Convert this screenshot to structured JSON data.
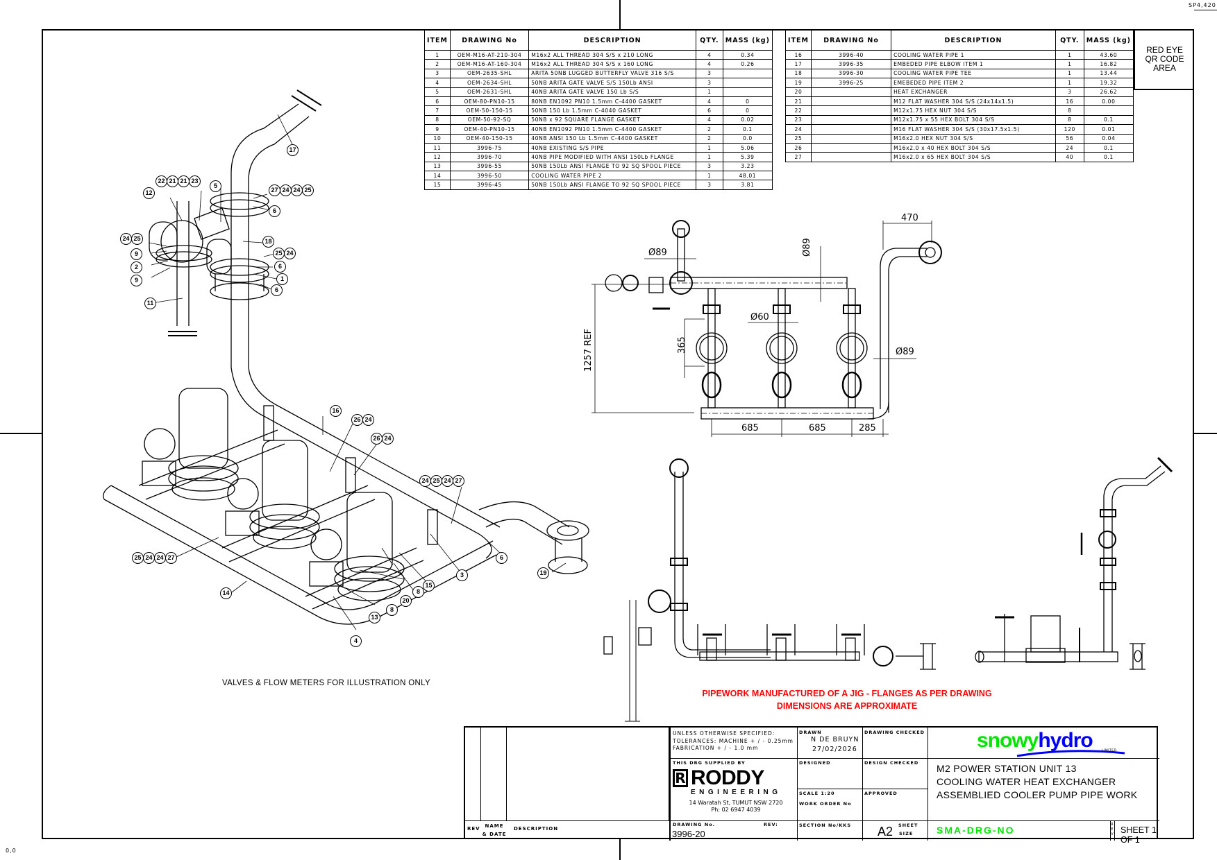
{
  "sheet": {
    "corner_top_right": "SP4,420",
    "corner_bottom_left": "0,0"
  },
  "bom_headers": {
    "item": "ITEM",
    "drawing_no": "DRAWING No",
    "description": "DESCRIPTION",
    "qty": "QTY.",
    "mass": "MASS (kg)"
  },
  "bom_left": [
    {
      "item": "1",
      "drawing_no": "OEM-M16-AT-210-304",
      "description": "M16x2 ALL THREAD 304 S/S x 210 LONG",
      "qty": "4",
      "mass": "0.34"
    },
    {
      "item": "2",
      "drawing_no": "OEM-M16-AT-160-304",
      "description": "M16x2 ALL THREAD 304 S/S x 160 LONG",
      "qty": "4",
      "mass": "0.26"
    },
    {
      "item": "3",
      "drawing_no": "OEM-2635-SHL",
      "description": "ARITA 50NB LUGGED BUTTERFLY VALVE 316 S/S",
      "qty": "3",
      "mass": ""
    },
    {
      "item": "4",
      "drawing_no": "OEM-2634-SHL",
      "description": "50NB ARITA GATE VALVE S/S 150Lb ANSI",
      "qty": "3",
      "mass": ""
    },
    {
      "item": "5",
      "drawing_no": "OEM-2631-SHL",
      "description": "40NB ARITA GATE VALVE 150 Lb S/S",
      "qty": "1",
      "mass": ""
    },
    {
      "item": "6",
      "drawing_no": "OEM-80-PN10-15",
      "description": "80NB EN1092 PN10 1.5mm C-4400 GASKET",
      "qty": "4",
      "mass": "0"
    },
    {
      "item": "7",
      "drawing_no": "OEM-50-150-15",
      "description": "50NB 150 Lb 1.5mm C-4040 GASKET",
      "qty": "6",
      "mass": "0"
    },
    {
      "item": "8",
      "drawing_no": "OEM-50-92-SQ",
      "description": "50NB x 92 SQUARE FLANGE GASKET",
      "qty": "4",
      "mass": "0.02"
    },
    {
      "item": "9",
      "drawing_no": "OEM-40-PN10-15",
      "description": "40NB EN1092 PN10 1.5mm C-4400 GASKET",
      "qty": "2",
      "mass": "0.1"
    },
    {
      "item": "10",
      "drawing_no": "OEM-40-150-15",
      "description": "40NB ANSI 150 Lb 1.5mm C-4400 GASKET",
      "qty": "2",
      "mass": "0.0"
    },
    {
      "item": "11",
      "drawing_no": "3996-75",
      "description": "40NB EXISTING S/S PIPE",
      "qty": "1",
      "mass": "5.06"
    },
    {
      "item": "12",
      "drawing_no": "3996-70",
      "description": "40NB PIPE MODIFIED WITH ANSI 150Lb FLANGE",
      "qty": "1",
      "mass": "5.39"
    },
    {
      "item": "13",
      "drawing_no": "3996-55",
      "description": "50NB 150Lb ANSI FLANGE TO 92 SQ SPOOL PIECE",
      "qty": "3",
      "mass": "3.23"
    },
    {
      "item": "14",
      "drawing_no": "3996-50",
      "description": "COOLING WATER PIPE 2",
      "qty": "1",
      "mass": "48.01"
    },
    {
      "item": "15",
      "drawing_no": "3996-45",
      "description": "50NB 150Lb ANSI FLANGE TO 92 SQ SPOOL PIECE",
      "qty": "3",
      "mass": "3.81"
    }
  ],
  "bom_right": [
    {
      "item": "16",
      "drawing_no": "3996-40",
      "description": "COOLING WATER PIPE 1",
      "qty": "1",
      "mass": "43.60"
    },
    {
      "item": "17",
      "drawing_no": "3996-35",
      "description": "EMBEDED PIPE ELBOW ITEM 1",
      "qty": "1",
      "mass": "16.82"
    },
    {
      "item": "18",
      "drawing_no": "3996-30",
      "description": "COOLING WATER PIPE TEE",
      "qty": "1",
      "mass": "13.44"
    },
    {
      "item": "19",
      "drawing_no": "3996-25",
      "description": "EMEBEDED PIPE ITEM 2",
      "qty": "1",
      "mass": "19.32"
    },
    {
      "item": "20",
      "drawing_no": "",
      "description": "HEAT EXCHANGER",
      "qty": "3",
      "mass": "26.62"
    },
    {
      "item": "21",
      "drawing_no": "",
      "description": "M12 FLAT WASHER 304 S/S (24x14x1.5)",
      "qty": "16",
      "mass": "0.00"
    },
    {
      "item": "22",
      "drawing_no": "",
      "description": "M12x1.75 HEX NUT 304 S/S",
      "qty": "8",
      "mass": ""
    },
    {
      "item": "23",
      "drawing_no": "",
      "description": "M12x1.75 x 55 HEX BOLT 304 S/S",
      "qty": "8",
      "mass": "0.1"
    },
    {
      "item": "24",
      "drawing_no": "",
      "description": "M16  FLAT WASHER 304 S/S (30x17.5x1.5)",
      "qty": "120",
      "mass": "0.01"
    },
    {
      "item": "25",
      "drawing_no": "",
      "description": "M16x2.0 HEX NUT 304 S/S",
      "qty": "56",
      "mass": "0.04"
    },
    {
      "item": "26",
      "drawing_no": "",
      "description": "M16x2.0 x 40 HEX BOLT 304 S/S",
      "qty": "24",
      "mass": "0.1"
    },
    {
      "item": "27",
      "drawing_no": "",
      "description": "M16x2.0 x 65 HEX BOLT 304 S/S",
      "qty": "40",
      "mass": "0.1"
    }
  ],
  "qr_area": {
    "line1": "RED EYE",
    "line2": "QR CODE",
    "line3": "AREA"
  },
  "balloons": {
    "b17": [
      "17"
    ],
    "b12": [
      "12"
    ],
    "b22": [
      "22",
      "21",
      "21",
      "23"
    ],
    "b5": [
      "5"
    ],
    "b27a": [
      "27",
      "24",
      "24",
      "25"
    ],
    "b6a": [
      "6"
    ],
    "b18": [
      "18"
    ],
    "b2524": [
      "25",
      "24"
    ],
    "b6b": [
      "6"
    ],
    "b1": [
      "1"
    ],
    "b6c": [
      "6"
    ],
    "b2425": [
      "24",
      "25"
    ],
    "b9a": [
      "9"
    ],
    "b2": [
      "2"
    ],
    "b9b": [
      "9"
    ],
    "b11": [
      "11"
    ],
    "b16": [
      "16"
    ],
    "b2624a": [
      "26",
      "24"
    ],
    "b2624b": [
      "26",
      "24"
    ],
    "b24252427": [
      "24",
      "25",
      "24",
      "27"
    ],
    "b25242427": [
      "25",
      "24",
      "24",
      "27"
    ],
    "b6d": [
      "6"
    ],
    "b19": [
      "19"
    ],
    "b3": [
      "3"
    ],
    "b14": [
      "14"
    ],
    "b4": [
      "4"
    ],
    "b13": [
      "13"
    ],
    "b8a": [
      "8"
    ],
    "b20": [
      "20"
    ],
    "b8b": [
      "8"
    ],
    "b15": [
      "15"
    ]
  },
  "dimensions": {
    "d470": "470",
    "dia89_top": "Ø89",
    "dia89_vert": "Ø89",
    "dia60": "Ø60",
    "d365": "365",
    "d1257": "1257 REF",
    "dia89_right": "Ø89",
    "d685a": "685",
    "d685b": "685",
    "d285": "285"
  },
  "notes": {
    "illustration": "VALVES & FLOW METERS FOR ILLUSTRATION ONLY",
    "red_line1": "PIPEWORK MANUFACTURED OF A JIG - FLANGES AS PER DRAWING",
    "red_line2": "DIMENSIONS ARE APPROXIMATE",
    "red_color": "#ff0000"
  },
  "title_block": {
    "rev_label": "REV",
    "name_date_label": "NAME & DATE",
    "description_label": "DESCRIPTION",
    "tolerances_l1": "UNLESS OTHERWISE SPECIFIED:",
    "tolerances_l2": "TOLERANCES: MACHINE + / - 0.25mm",
    "tolerances_l3": "FABRICATION + / - 1.0 mm",
    "supplied_by_label": "THIS DRG SUPPLIED BY",
    "company_name": "RODDY",
    "company_sub": "ENGINEERING",
    "company_address": "14 Waratah St, TUMUT NSW 2720",
    "company_phone": "Ph: 02 6947 4039",
    "drawing_no_label": "DRAWING No.",
    "drawing_no": "3996-20",
    "rev_field_label": "REV:",
    "drawn_label": "DRAWN",
    "drawn_by": "N DE BRUYN",
    "drawn_date": "27/02/2026",
    "drawing_checked_label": "DRAWING CHECKED",
    "designed_label": "DESIGNED",
    "design_checked_label": "DESIGN CHECKED",
    "scale_label": "SCALE  1:20",
    "work_order_label": "WORK ORDER No",
    "approved_label": "APPROVED",
    "section_label": "SECTION No/KKS",
    "sheet_size": "A2",
    "sheet_size_label1": "SHEET",
    "sheet_size_label2": "SIZE",
    "client_logo_part1": "snowy",
    "client_logo_part2": "hydro",
    "client_logo_sub": "LIMITED",
    "logo_green": "#00e600",
    "logo_blue": "#0000ff",
    "title_l1": "M2 POWER STATION UNIT 13",
    "title_l2": "COOLING WATER  HEAT EXCHANGER",
    "title_l3": "ASSEMBLIED COOLER PUMP PIPE WORK",
    "client_drawing_no": "SMA-DRG-NO",
    "rev_vertical": "REV",
    "sheet_of": "SHEET 1 OF 1"
  }
}
